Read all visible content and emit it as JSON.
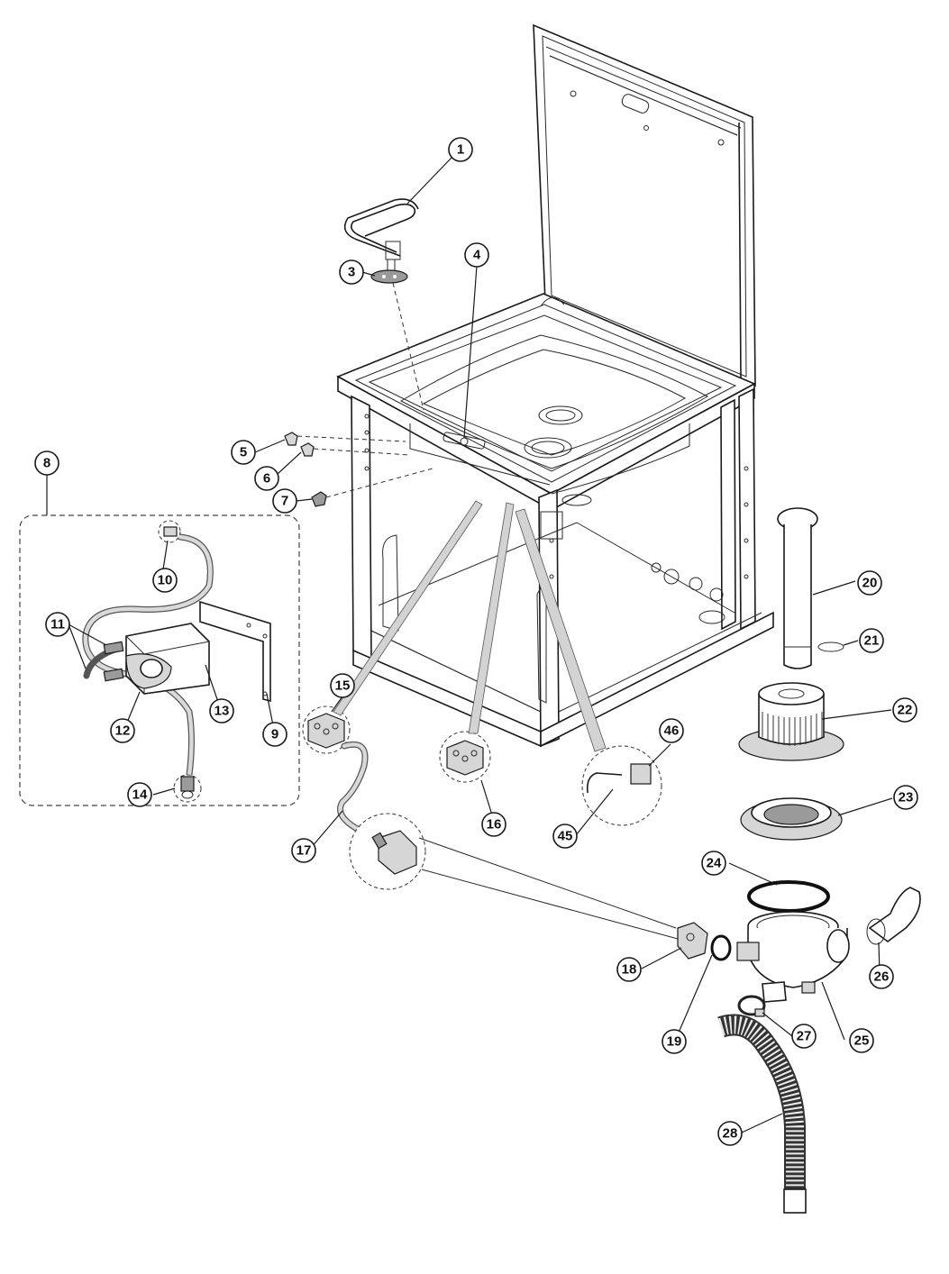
{
  "callouts": [
    {
      "id": "c1",
      "label": "1"
    },
    {
      "id": "c3",
      "label": "3"
    },
    {
      "id": "c4",
      "label": "4"
    },
    {
      "id": "c5",
      "label": "5"
    },
    {
      "id": "c6",
      "label": "6"
    },
    {
      "id": "c7",
      "label": "7"
    },
    {
      "id": "c8",
      "label": "8"
    },
    {
      "id": "c9",
      "label": "9"
    },
    {
      "id": "c10",
      "label": "10"
    },
    {
      "id": "c11",
      "label": "11"
    },
    {
      "id": "c12",
      "label": "12"
    },
    {
      "id": "c13",
      "label": "13"
    },
    {
      "id": "c14",
      "label": "14"
    },
    {
      "id": "c15",
      "label": "15"
    },
    {
      "id": "c16",
      "label": "16"
    },
    {
      "id": "c17",
      "label": "17"
    },
    {
      "id": "c18",
      "label": "18"
    },
    {
      "id": "c19",
      "label": "19"
    },
    {
      "id": "c20",
      "label": "20"
    },
    {
      "id": "c21",
      "label": "21"
    },
    {
      "id": "c22",
      "label": "22"
    },
    {
      "id": "c23",
      "label": "23"
    },
    {
      "id": "c24",
      "label": "24"
    },
    {
      "id": "c25",
      "label": "25"
    },
    {
      "id": "c26",
      "label": "26"
    },
    {
      "id": "c27",
      "label": "27"
    },
    {
      "id": "c28",
      "label": "28"
    },
    {
      "id": "c45",
      "label": "45"
    },
    {
      "id": "c46",
      "label": "46"
    }
  ]
}
